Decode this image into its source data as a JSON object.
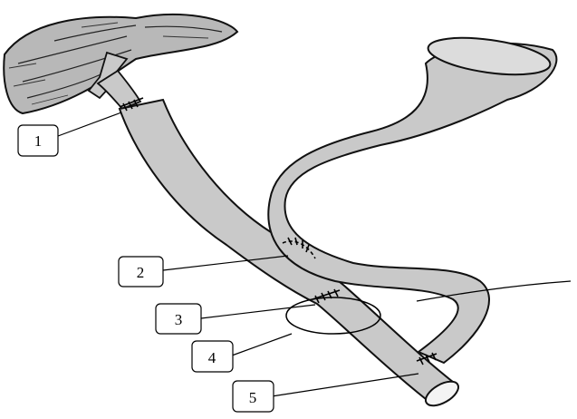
{
  "callouts": [
    {
      "id": "callout-1",
      "label": "1"
    },
    {
      "id": "callout-2",
      "label": "2"
    },
    {
      "id": "callout-3",
      "label": "3"
    },
    {
      "id": "callout-4",
      "label": "4"
    },
    {
      "id": "callout-5",
      "label": "5"
    }
  ],
  "colors": {
    "tissue_fill": "#c9c9c9",
    "liver_fill": "#b8b8b8",
    "ink": "#111111",
    "background": "#ffffff"
  }
}
